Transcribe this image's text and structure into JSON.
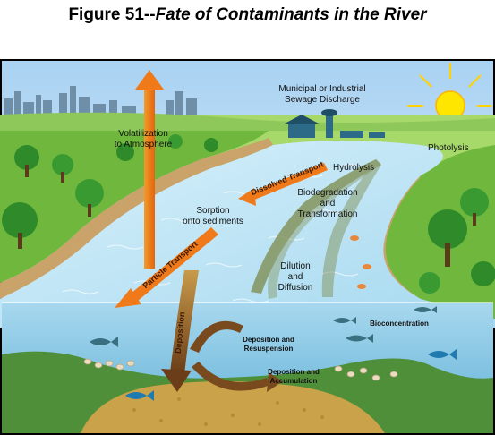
{
  "title": {
    "prefix": "Figure 51--",
    "emphasis": "Fate of Contaminants in the River"
  },
  "labels": {
    "sewage": [
      "Municipal or Industrial",
      "Sewage Discharge"
    ],
    "volatilization": [
      "Volatilization",
      "to Atmosphere"
    ],
    "photolysis": "Photolysis",
    "hydrolysis": "Hydrolysis",
    "dissolved_transport": "Dissolved Transport",
    "biodegradation": [
      "Biodegradation",
      "and",
      "Transformation"
    ],
    "sorption": [
      "Sorption",
      "onto sediments"
    ],
    "particle_transport": "Particle Transport",
    "dilution": [
      "Dilution",
      "and",
      "Diffusion"
    ],
    "deposition": "Deposition",
    "bioconcentration": "Bioconcentration",
    "deposition_resuspension": [
      "Deposition and",
      "Resuspension"
    ],
    "deposition_accumulation": [
      "Deposition and",
      "Accumulation"
    ]
  },
  "colors": {
    "sky": "#e8f4ff",
    "grass": "#7cc243",
    "river": "#bfe3f5",
    "water_column": "#8fcbe6",
    "bank": "#c9a36a",
    "arrow_orange": "#f07a1a",
    "arrow_brown": "#8a5a2a",
    "sun": "#ffe600"
  }
}
